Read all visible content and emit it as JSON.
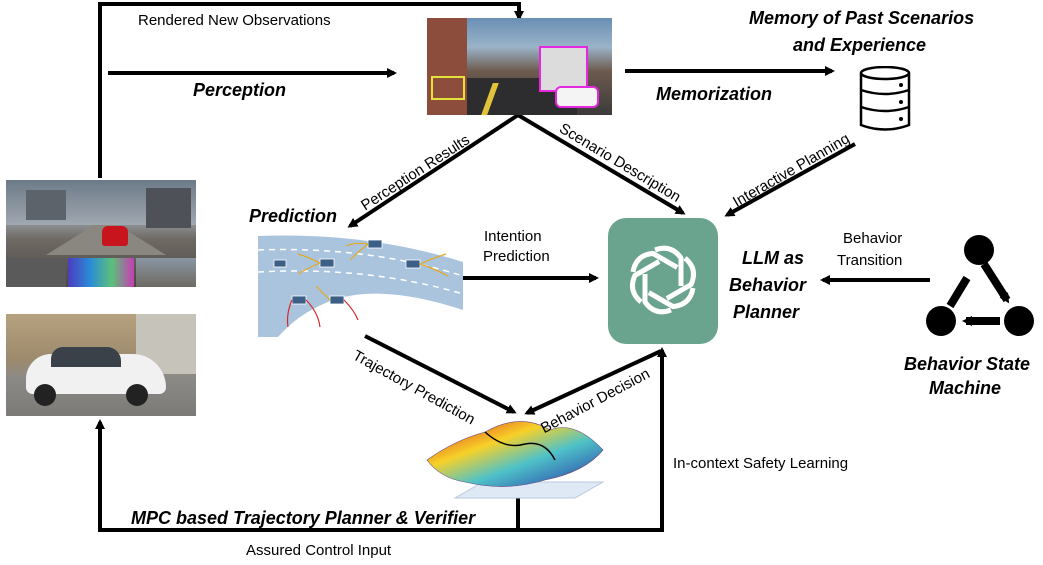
{
  "labels": {
    "rendered_obs": "Rendered New Observations",
    "perception": "Perception",
    "memory_title_line1": "Memory of Past Scenarios",
    "memory_title_line2": "and Experience",
    "memorization": "Memorization",
    "perception_results": "Perception Results",
    "scenario_description": "Scenario Description",
    "interactive_planning": "Interactive Planning",
    "prediction": "Prediction",
    "intention_line1": "Intention",
    "intention_line2": "Prediction",
    "llm_line1": "LLM as",
    "llm_line2": "Behavior",
    "llm_line3": "Planner",
    "behavior_transition_line1": "Behavior",
    "behavior_transition_line2": "Transition",
    "bsm_line1": "Behavior State",
    "bsm_line2": "Machine",
    "trajectory_prediction": "Trajectory Prediction",
    "behavior_decision": "Behavior Decision",
    "in_context": "In-context Safety Learning",
    "mpc": "MPC based Trajectory Planner & Verifier",
    "assured_control": "Assured Control Input"
  },
  "colors": {
    "llm_bg": "#6aa38e",
    "road": "#aac4de",
    "arrow": "#000000"
  }
}
